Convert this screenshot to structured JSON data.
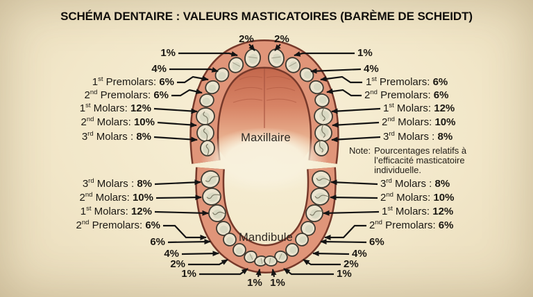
{
  "title": "SCHÉMA DENTAIRE : VALEURS MASTICATOIRES (BARÈME DE SCHEIDT)",
  "upper": {
    "name": "Maxillaire",
    "center_labels": [
      "2%",
      "2%"
    ],
    "rows": [
      {
        "o": "",
        "s": "",
        "n": "",
        "v": "1%"
      },
      {
        "o": "",
        "s": "",
        "n": "",
        "v": "4%"
      },
      {
        "o": "1",
        "s": "st",
        "n": " Premolars: ",
        "v": "6%"
      },
      {
        "o": "2",
        "s": "nd",
        "n": " Premolars: ",
        "v": "6%"
      },
      {
        "o": "1",
        "s": "st",
        "n": " Molars: ",
        "v": "12%"
      },
      {
        "o": "2",
        "s": "nd",
        "n": " Molars: ",
        "v": "10%"
      },
      {
        "o": "3",
        "s": "rd",
        "n": " Molars : ",
        "v": "8%"
      }
    ]
  },
  "lower": {
    "name": "Mandibule",
    "center_labels": [
      "1%",
      "1%"
    ],
    "rows": [
      {
        "o": "3",
        "s": "rd",
        "n": " Molars : ",
        "v": "8%"
      },
      {
        "o": "2",
        "s": "nd",
        "n": " Molars: ",
        "v": "10%"
      },
      {
        "o": "1",
        "s": "st",
        "n": " Molars: ",
        "v": "12%"
      },
      {
        "o": "2",
        "s": "nd",
        "n": " Premolars: ",
        "v": "6%"
      },
      {
        "o": "",
        "s": "",
        "n": "",
        "v": "6%"
      },
      {
        "o": "",
        "s": "",
        "n": "",
        "v": "4%"
      },
      {
        "o": "",
        "s": "",
        "n": "",
        "v": "2%"
      },
      {
        "o": "",
        "s": "",
        "n": "",
        "v": "1%"
      }
    ]
  },
  "note": {
    "label": "Note:",
    "text": "Pourcentages relatifs à l’efficacité masticatoire individuelle."
  }
}
